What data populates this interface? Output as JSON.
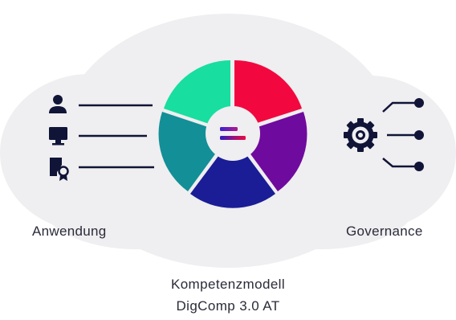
{
  "labels": {
    "left": "Anwendung",
    "right": "Governance",
    "center_line1": "Kompetenzmodell",
    "center_line2": "DigComp 3.0 AT"
  },
  "colors": {
    "cloud": "#efeef0",
    "segment_green": "#18dea0",
    "segment_red": "#f2083f",
    "segment_purple": "#6f0a9e",
    "segment_navy": "#1a1d96",
    "segment_teal": "#138f97",
    "ink": "#101437"
  },
  "icons": {
    "left": [
      "person-icon",
      "monitor-icon",
      "certificate-icon"
    ],
    "right": [
      "gear-icon",
      "branch-connector-icon"
    ]
  }
}
